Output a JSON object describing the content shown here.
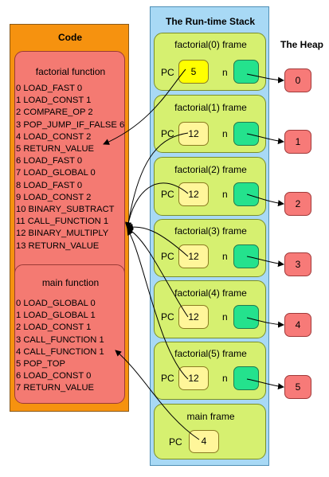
{
  "code": {
    "title": "Code",
    "factorial": {
      "title": "factorial function",
      "instructions": [
        "0 LOAD_FAST 0",
        "1 LOAD_CONST 1",
        "2 COMPARE_OP 2",
        "3 POP_JUMP_IF_FALSE 6",
        "4 LOAD_CONST 2",
        "5 RETURN_VALUE",
        "6 LOAD_FAST 0",
        "7 LOAD_GLOBAL 0",
        "8 LOAD_FAST 0",
        "9 LOAD_CONST 2",
        "10 BINARY_SUBTRACT",
        "11 CALL_FUNCTION 1",
        "12 BINARY_MULTIPLY",
        "13 RETURN_VALUE"
      ]
    },
    "main": {
      "title": "main function",
      "instructions": [
        "0 LOAD_GLOBAL 0",
        "1 LOAD_GLOBAL 1",
        "2 LOAD_CONST 1",
        "3 CALL_FUNCTION 1",
        "4 CALL_FUNCTION 1",
        "5 POP_TOP",
        "6 LOAD_CONST 0",
        "7 RETURN_VALUE"
      ]
    }
  },
  "stack": {
    "title": "The Run-time Stack",
    "pc_label": "PC",
    "n_label": "n",
    "frames": [
      {
        "title": "factorial(0) frame",
        "pc": "5",
        "pc_color": "#ffff00"
      },
      {
        "title": "factorial(1) frame",
        "pc": "12"
      },
      {
        "title": "factorial(2) frame",
        "pc": "12"
      },
      {
        "title": "factorial(3) frame",
        "pc": "12"
      },
      {
        "title": "factorial(4) frame",
        "pc": "12"
      },
      {
        "title": "factorial(5) frame",
        "pc": "12"
      }
    ],
    "main_frame": {
      "title": "main frame",
      "pc": "4"
    }
  },
  "heap": {
    "title": "The Heap",
    "objects": [
      "0",
      "1",
      "2",
      "3",
      "4",
      "5"
    ]
  },
  "colors": {
    "code_panel": "#f6920f",
    "function_box": "#f47a72",
    "stack_panel": "#a8d9f5",
    "frame": "#d6f070",
    "pc_box": "#fff69a",
    "pc_box_active": "#ffff00",
    "n_box": "#24e28d",
    "heap_object": "#f77a78"
  }
}
